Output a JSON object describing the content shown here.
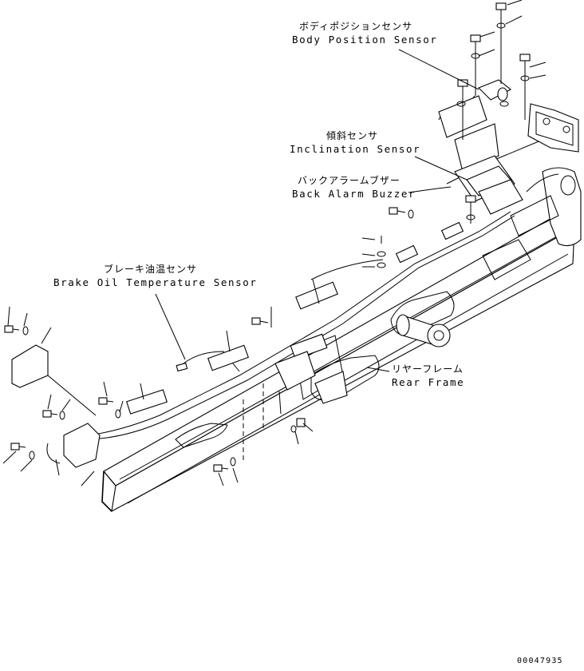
{
  "labels": {
    "body_position_sensor": {
      "jp": "ボディポジションセンサ",
      "en": "Body Position Sensor"
    },
    "inclination_sensor": {
      "jp": "傾斜センサ",
      "en": "Inclination Sensor"
    },
    "back_alarm_buzzer": {
      "jp": "バックアラームブザー",
      "en": "Back Alarm Buzzer"
    },
    "brake_oil_temperature_sensor": {
      "jp": "ブレーキ油温センサ",
      "en": "Brake Oil Temperature Sensor"
    },
    "rear_frame": {
      "jp": "リヤーフレーム",
      "en": "Rear Frame"
    }
  },
  "drawing_number": "00047935"
}
